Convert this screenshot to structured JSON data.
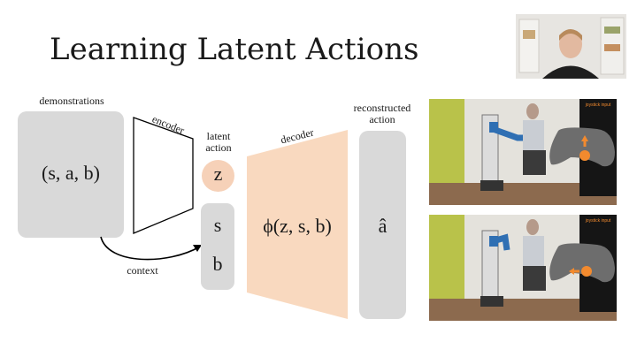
{
  "slide": {
    "title": "Learning Latent Actions"
  },
  "diagram": {
    "demonstrations_label": "demonstrations",
    "demonstrations_value": "(s, a, b)",
    "encoder_label": "encoder",
    "latent_action_label": "latent\naction",
    "latent_z": "z",
    "context_s": "s",
    "context_b": "b",
    "context_label": "context",
    "decoder_label": "decoder",
    "decoder_value": "ϕ(z, s, b)",
    "reconstructed_label": "reconstructed\naction",
    "reconstructed_value": "â"
  },
  "photos": {
    "top_overlay": "joystick input",
    "bottom_overlay": "joystick input"
  },
  "colors": {
    "gray_box": "#d9d9d9",
    "latent_fill": "#f6d1b8",
    "decoder_fill": "#f9d9bf",
    "accent_orange": "#f28a2e"
  }
}
